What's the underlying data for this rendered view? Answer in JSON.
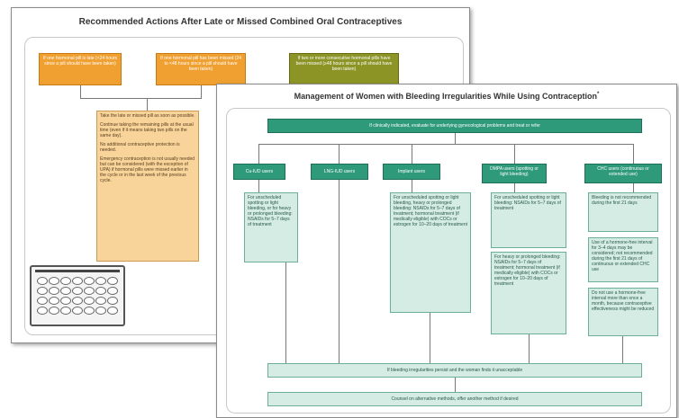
{
  "left_card": {
    "title": "Recommended Actions After Late or Missed Combined Oral Contraceptives",
    "top_boxes": [
      "If one hormonal pill is late (<24 hours since a pill should have been taken)",
      "If one hormonal pill has been missed (24 to <48 hours since a pill should have been taken)",
      "If two or more consecutive hormonal pills have been missed (≥48 hours since a pill should have been taken)"
    ],
    "action_box": [
      "Take the late or missed pill as soon as possible.",
      "Continue taking the remaining pills at the usual time (even if it means taking two pills on the same day).",
      "No additional contraceptive protection is needed.",
      "Emergency contraception is not usually needed but can be considered (with the exception of UPA) if hormonal pills were missed earlier in the cycle or in the last week of the previous cycle."
    ]
  },
  "right_card": {
    "title": "Management of Women with Bleeding Irregularities While Using Contraception",
    "title_sup": "*",
    "top_box": "If clinically indicated, evaluate for underlying gynecological problems and treat or refer",
    "methods": [
      "Cu-IUD users",
      "LNG-IUD users",
      "Implant users",
      "DMPA users (spotting or light bleeding)",
      "CHC users (continuous or extended use)"
    ],
    "method_boxes": [
      "For unscheduled spotting or light bleeding, or for heavy or prolonged bleeding: NSAIDs for 5–7 days of treatment",
      "",
      "For unscheduled spotting or light bleeding, heavy or prolonged bleeding: NSAIDs for 5–7 days of treatment; hormonal treatment (if medically eligible) with COCs or estrogen for 10–20 days of treatment",
      "For unscheduled spotting or light bleeding: NSAIDs for 5–7 days of treatment",
      "Bleeding is not recommended during the first 21 days"
    ],
    "method_boxes_2": [
      "For heavy or prolonged bleeding: NSAIDs for 5–7 days of treatment; hormonal treatment (if medically eligible) with COCs or estrogen for 10–20 days of treatment",
      "Use of a hormone-free interval for 3–4 days may be considered; not recommended during the first 21 days of continuous or extended CHC use",
      "Do not use a hormone-free interval more than once a month, because contraceptive effectiveness might be reduced"
    ],
    "bottom_boxes": [
      "If bleeding irregularities persist and the woman finds it unacceptable",
      "Counsel on alternative methods, offer another method if desired"
    ]
  }
}
